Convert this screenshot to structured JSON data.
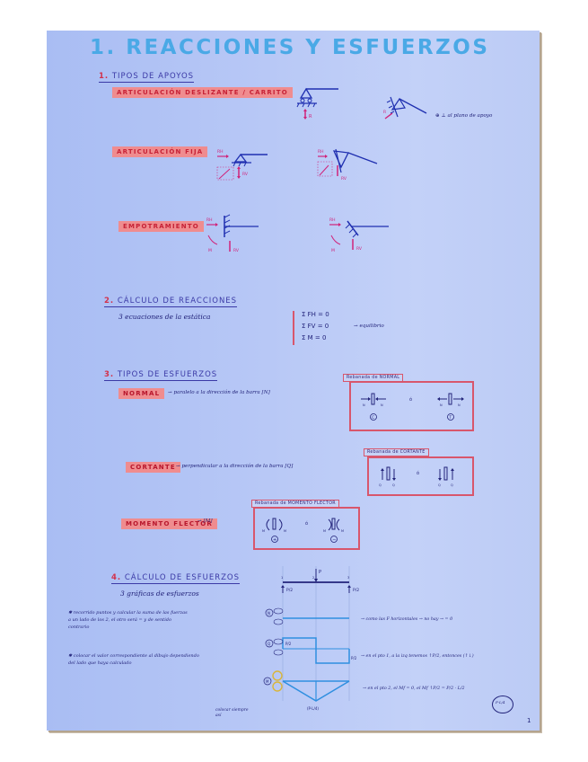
{
  "document": {
    "title": "1. REACCIONES Y ESFUERZOS",
    "page_number": "1"
  },
  "colors": {
    "paper": "#b8c8f6",
    "title_ink": "#4aa9e6",
    "dark_ink": "#22237a",
    "diagram_ink": "#1f2fb0",
    "highlight": "#ef8c8f",
    "reaction_ink": "#d0237a",
    "box_border": "#d8566c",
    "graph_ink": "#2f8fe0"
  },
  "section1": {
    "num": "1.",
    "heading": "TIPOS DE APOYOS",
    "supports": [
      {
        "label": "ARTICULACIÓN DESLIZANTE / CARRITO",
        "reactions": [
          "R"
        ]
      },
      {
        "label": "ARTICULACIÓN FIJA",
        "reactions": [
          "RH",
          "RV"
        ]
      },
      {
        "label": "EMPOTRAMIENTO",
        "reactions": [
          "RH",
          "M",
          "RV"
        ]
      }
    ],
    "note": "⊕ ⊥ al plano de apoyo"
  },
  "section2": {
    "num": "2.",
    "heading": "CÁLCULO DE REACCIONES",
    "intro": "3 ecuaciones de la estática",
    "equations": [
      "Σ FH = 0",
      "Σ FV = 0",
      "Σ M = 0"
    ],
    "result": "→ equilibrio"
  },
  "section3": {
    "num": "3.",
    "heading": "TIPOS DE ESFUERZOS",
    "items": [
      {
        "label": "NORMAL",
        "desc": "→ paralelo a la dirección de la barra [N]",
        "box_title": "Rebanada de NORMAL",
        "left_sign": "C",
        "right_sign": "T",
        "left_symbols": "→ ▯ ←",
        "right_symbols": "← ▯ →",
        "force_label": "N",
        "separator": "ó"
      },
      {
        "label": "CORTANTE",
        "desc": "→ perpendicular a la dirección de la barra [Q]",
        "box_title": "Rebanada de CORTANTE",
        "force_label": "Q",
        "separator": "ó"
      },
      {
        "label": "MOMENTO FLECTOR",
        "desc": "→ [M]",
        "box_title": "Rebanada de MOMENTO FLECTOR",
        "left_sign": "+",
        "right_sign": "−",
        "force_label": "M",
        "separator": "ó"
      }
    ]
  },
  "section4": {
    "num": "4.",
    "heading": "CÁLCULO DE ESFUERZOS",
    "intro": "3 gráficas de esfuerzos",
    "bullets": [
      "recorrido puntos y calcular la suma de las fuerzas a un lado de los 2, el otro será = y de sentido contrario",
      "colocar el valor correspondiente al dibujo dependiendo del lado que haya calculado"
    ],
    "side_note": "colocar siempre así",
    "beam": {
      "load": "P",
      "nodes": [
        "1",
        "2",
        "3"
      ],
      "left_reaction": "P/2",
      "right_reaction": "P/2"
    },
    "diagrams": [
      {
        "name": "N",
        "note": "→ como las F horizontales → no hay → = 0"
      },
      {
        "name": "Q",
        "top_value": "P/2",
        "bottom_value": "P/2",
        "note": "→ en el pto 1, a la izq tenemos ↑P/2, entonces (↑↓)",
        "note_sub": "P/2"
      },
      {
        "name": "M",
        "peak_label": "(P·L/4)",
        "note": "→ en el pto 2, el Mf = 0, el Mf ↑P/2 = P/2 · L/2",
        "circled": "P·L/4"
      }
    ]
  }
}
